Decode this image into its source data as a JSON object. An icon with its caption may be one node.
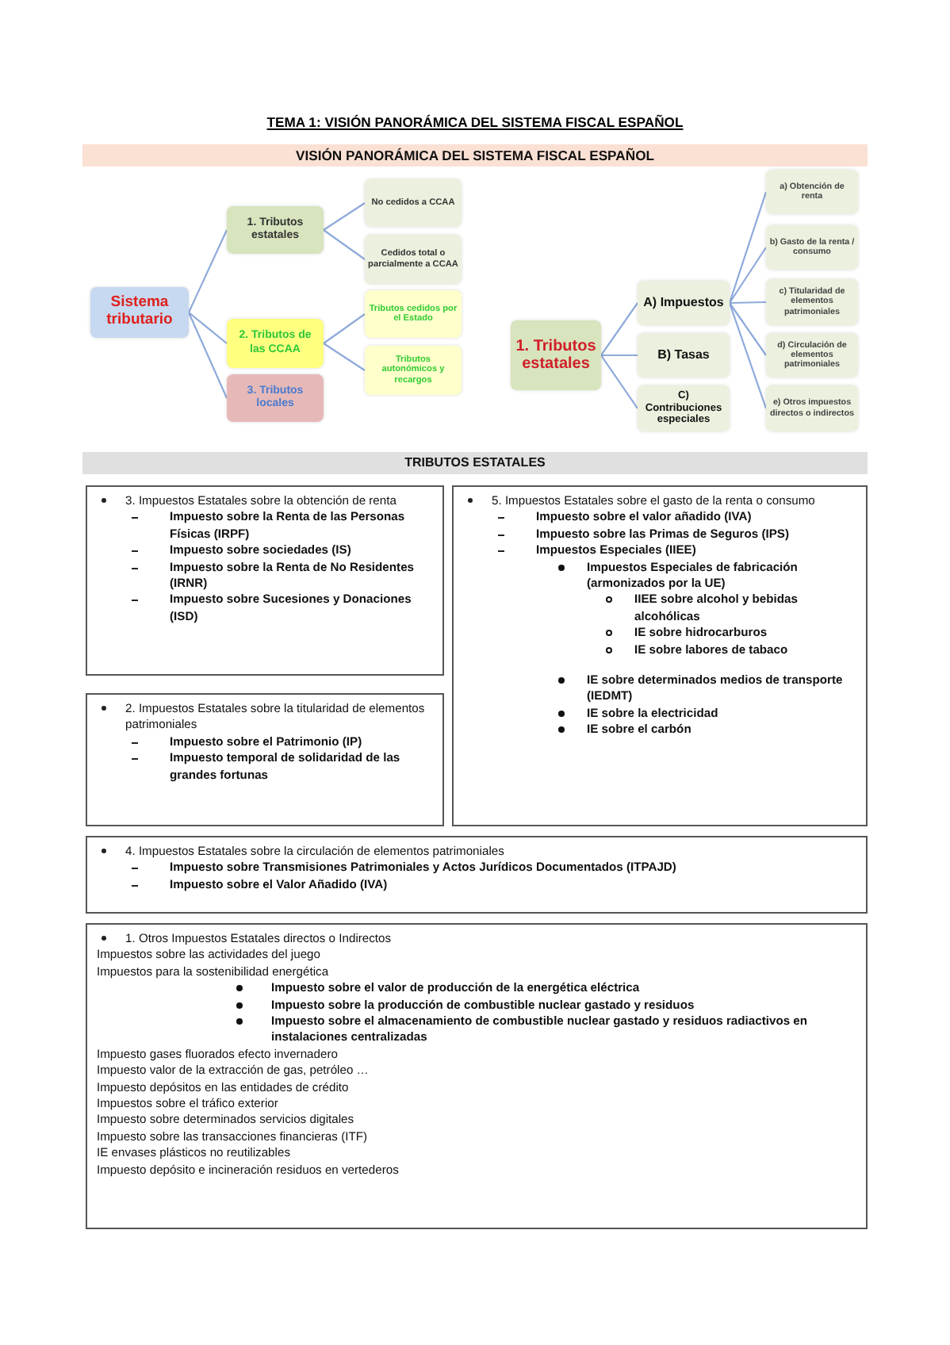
{
  "diagram": {
    "title": "TEMA 1: VISIÓN PANORÁMICA DEL SISTEMA FISCAL ESPAÑOL",
    "nodes": [
      {
        "text": [
          "VISIÓN PANORÁMICA DEL SISTEMA FISCAL ESPAÑOL"
        ]
      },
      {
        "text": [
          "Sistema tributario"
        ]
      },
      {
        "text": [
          "1. Tributos estatales"
        ]
      },
      {
        "text": [
          "2. Tributos de las CCAA"
        ]
      },
      {
        "text": [
          "3. Tributos locales"
        ]
      },
      {
        "text": [
          "No cedidos a CCAA"
        ]
      },
      {
        "text": [
          "Cedidos total o parcialmente a CCAA"
        ]
      },
      {
        "text": [
          "Tributos cedidos por el Estado"
        ]
      },
      {
        "text": [
          "Tributos autonómicos y recargos"
        ]
      },
      {
        "text": [
          "1. Tributos estatales"
        ]
      },
      {
        "text": [
          "A) Impuestos"
        ]
      },
      {
        "text": [
          "B) Tasas"
        ]
      },
      {
        "text": [
          "C) Contribuciones especiales"
        ]
      },
      {
        "text": [
          "a) Obtención de renta"
        ]
      },
      {
        "text": [
          "b) Gasto de la renta / consumo"
        ]
      },
      {
        "text": [
          "c) Titularidad de elementos patrimoniales"
        ]
      },
      {
        "text": [
          "d) Circulación de elementos patrimoniales"
        ]
      },
      {
        "text": [
          "e) Otros impuestos directos o indirectos"
        ]
      },
      {
        "text": [
          "TRIBUTOS ESTATALES"
        ]
      },
      {
        "text": [
          "3. Impuestos Estatales sobre la obtención de renta",
          "Impuesto sobre la Renta de las Personas Físicas (IRPF)",
          "Impuesto sobre sociedades (IS)",
          "Impuesto sobre la Renta de No Residentes (IRNR)",
          "Impuesto sobre Sucesiones y Donaciones (ISD)"
        ]
      },
      {
        "text": [
          "2. Impuestos Estatales sobre la titularidad de elementos patrimoniales",
          "Impuesto sobre el Patrimonio (IP)",
          "Impuesto temporal de solidaridad de las grandes fortunas"
        ]
      },
      {
        "text": [
          "5. Impuestos Estatales sobre el gasto de la renta o consumo",
          "Impuesto sobre el valor añadido (IVA)",
          "Impuesto sobre las Primas de Seguros (IPS)",
          "Impuestos Especiales (IIEE)",
          "Impuestos Especiales de fabricación (armonizados por la UE)",
          "IIEE sobre alcohol y bebidas alcohólicas",
          "IE sobre hidrocarburos",
          "IE sobre labores de tabaco",
          "IE sobre determinados medios de transporte (IEDMT)",
          "IE sobre la electricidad",
          "IE sobre el carbón"
        ]
      },
      {
        "text": [
          "4. Impuestos Estatales sobre la circulación de elementos patrimoniales",
          "Impuesto sobre Transmisiones Patrimoniales y Actos Jurídicos Documentados (ITPAJD)",
          "Impuesto sobre el Valor Añadido (IVA)"
        ]
      },
      {
        "text": [
          "1. Otros Impuestos Estatales directos o Indirectos",
          "Impuestos sobre las actividades del juego",
          "Impuestos para la sostenibilidad energética",
          "Impuesto sobre el valor de producción de la energética eléctrica",
          "Impuesto sobre la producción de combustible nuclear gastado y residuos",
          "Impuesto sobre el almacenamiento de combustible nuclear gastado y residuos radiactivos en instalaciones centralizadas",
          "Impuesto gases fluorados efecto invernadero",
          "Impuesto valor de la extracción de gas, petróleo …",
          "Impuesto depósitos en las entidades de crédito",
          "Impuestos sobre el tráfico exterior",
          "Impuesto sobre determinados servicios digitales",
          "Impuesto sobre las transacciones financieras (ITF)",
          "IE envases plásticos no reutilizables",
          "Impuesto depósito e incineración residuos en vertederos"
        ]
      }
    ],
    "edges": [
      {
        "from": 1,
        "to": 2,
        "arrow": "none"
      },
      {
        "from": 1,
        "to": 3,
        "arrow": "none"
      },
      {
        "from": 1,
        "to": 4,
        "arrow": "none"
      },
      {
        "from": 2,
        "to": 5,
        "arrow": "none"
      },
      {
        "from": 2,
        "to": 6,
        "arrow": "none"
      },
      {
        "from": 3,
        "to": 7,
        "arrow": "none"
      },
      {
        "from": 3,
        "to": 8,
        "arrow": "none"
      },
      {
        "from": 9,
        "to": 10,
        "arrow": "none"
      },
      {
        "from": 9,
        "to": 11,
        "arrow": "none"
      },
      {
        "from": 9,
        "to": 12,
        "arrow": "none"
      },
      {
        "from": 10,
        "to": 13,
        "arrow": "none"
      },
      {
        "from": 10,
        "to": 14,
        "arrow": "none"
      },
      {
        "from": 10,
        "to": 15,
        "arrow": "none"
      },
      {
        "from": 10,
        "to": 16,
        "arrow": "none"
      },
      {
        "from": 10,
        "to": 17,
        "arrow": "none"
      }
    ]
  }
}
